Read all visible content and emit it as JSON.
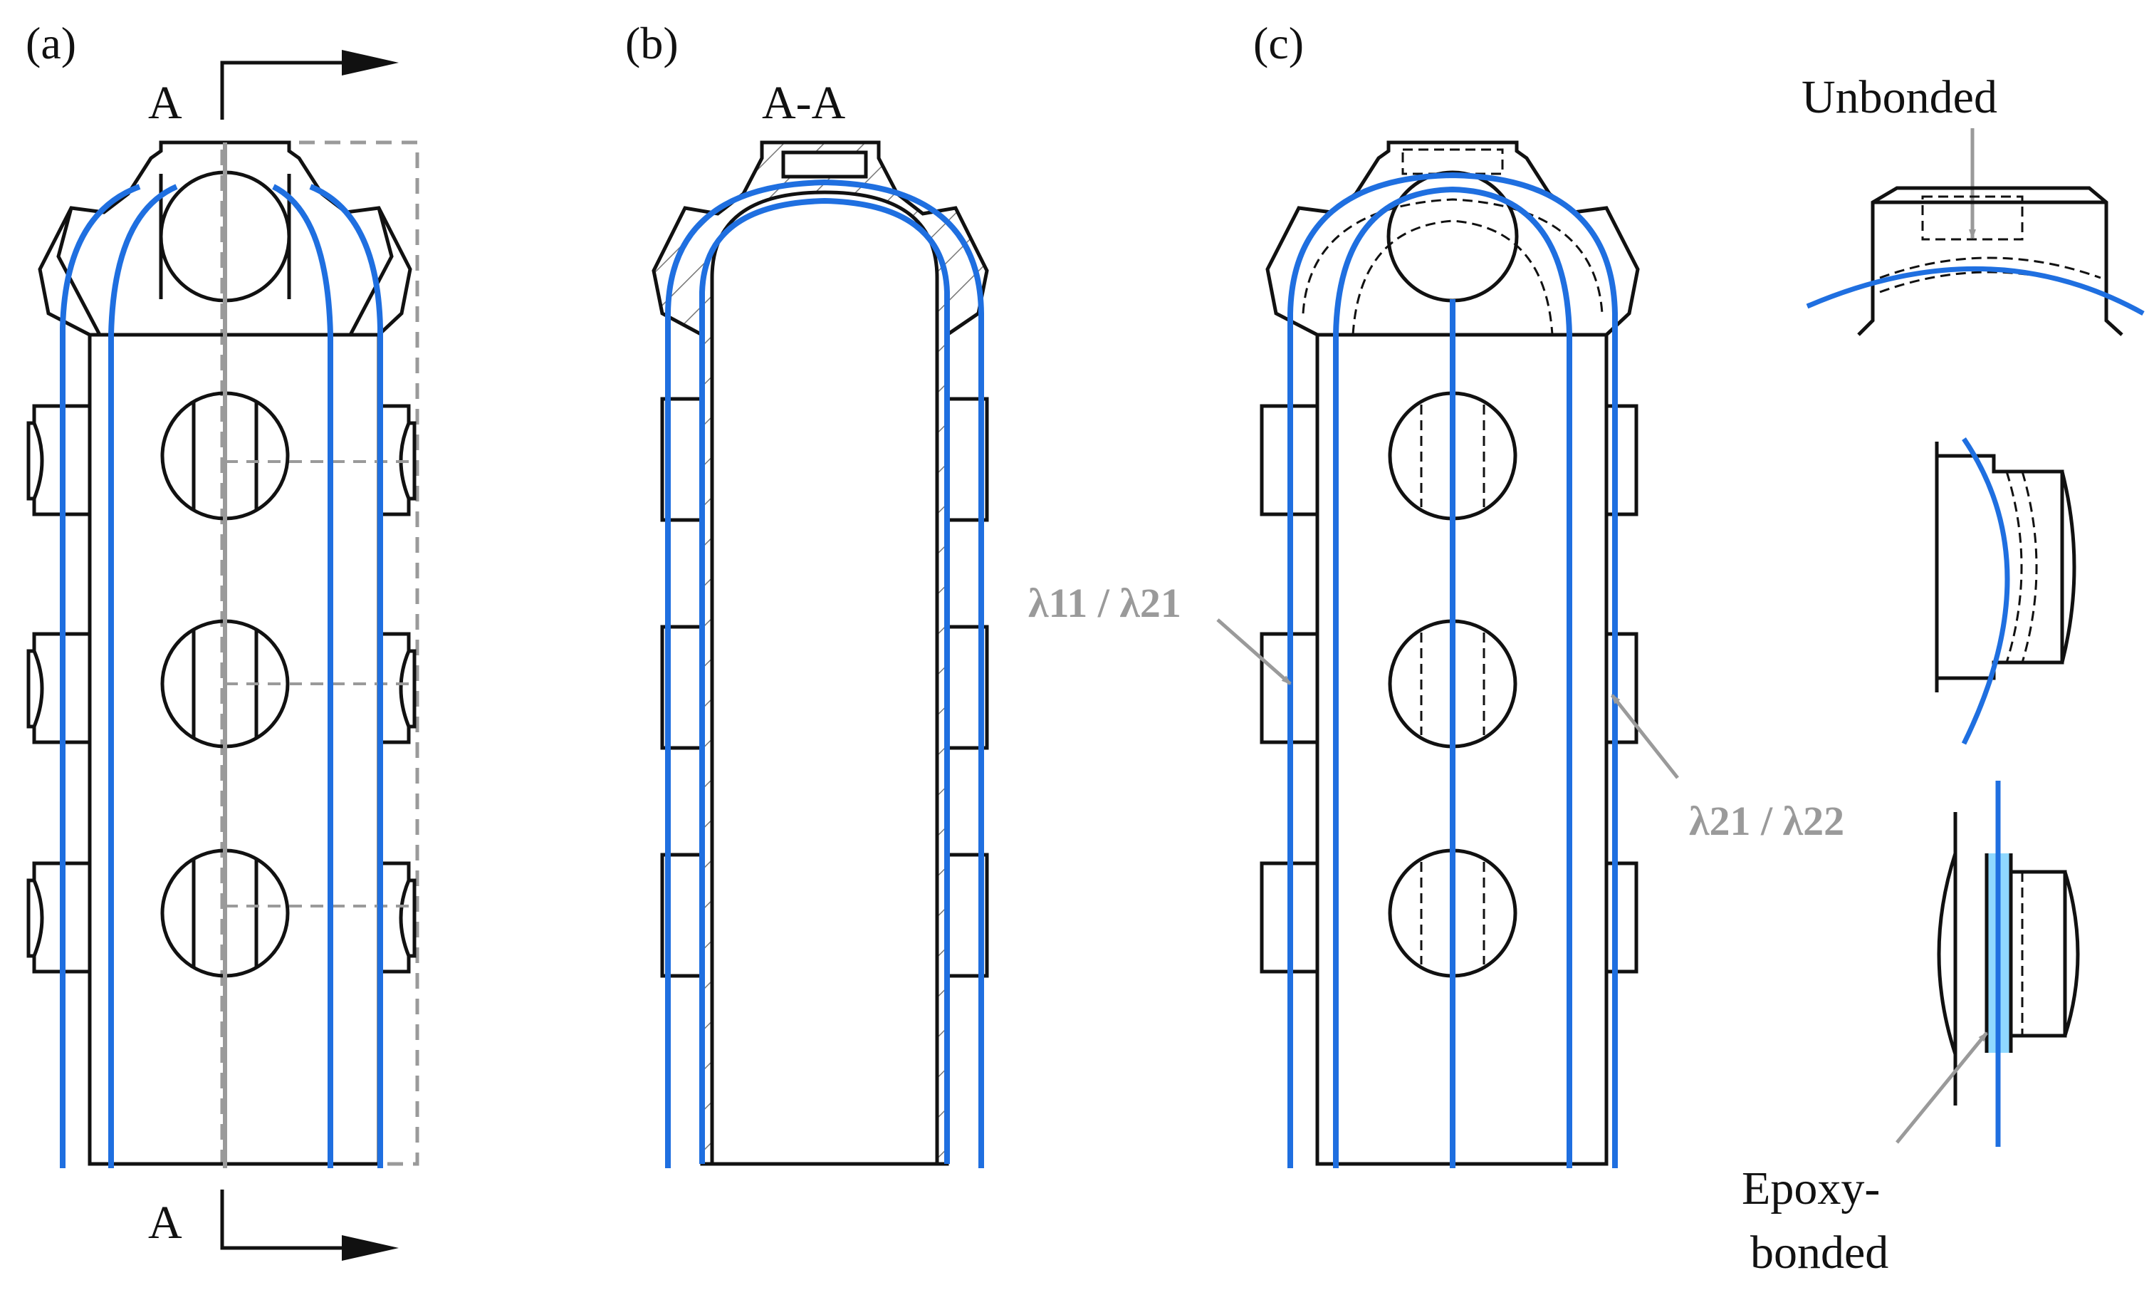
{
  "panels": [
    {
      "label": "(a)"
    },
    {
      "label": "(b)"
    },
    {
      "label": "(c)"
    }
  ],
  "section_marks": {
    "top": "A",
    "bottom": "A",
    "section_title": "A-A"
  },
  "annotations": {
    "unbonded": "Unbonded",
    "epoxy_line1": "Epoxy-",
    "epoxy_line2": "bonded",
    "lambda_left": "λ11 / λ21",
    "lambda_right": "λ21 / λ22"
  },
  "colors": {
    "fiber": "#1f6fe0",
    "outline": "#111111",
    "hidden": "#9a9a9a",
    "epoxy": "#8fd8ff"
  }
}
